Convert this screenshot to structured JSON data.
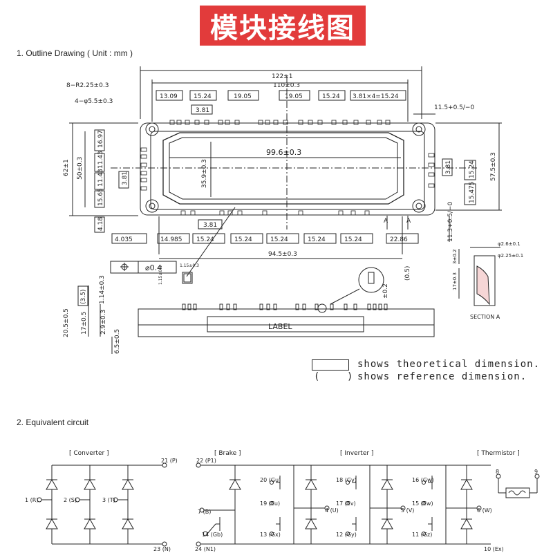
{
  "title": "模块接线图",
  "outline": {
    "heading": "1. Outline Drawing ( Unit : mm )",
    "dims": {
      "overall_width": "122±1",
      "pin_width": "110±0.3",
      "corner_radius": "8−R2.25±0.3",
      "hole_dia": "4−φ5.5±0.3",
      "top_spacing": [
        "13.09",
        "15.24",
        "19.05",
        "19.05",
        "15.24",
        "3.81×4=15.24"
      ],
      "small_gap": "3.81",
      "inner_width": "99.6±0.3",
      "inner_height": "35.9±0.3",
      "overall_height": "62±1",
      "pin_height": "50±0.3",
      "left_spacing": [
        "16.97",
        "11.43",
        "11.43",
        "15.65"
      ],
      "left_small": "3.81",
      "bottom_offset": "4.18",
      "right_height": "57.5±0.3",
      "right_small": "3.81",
      "right_spacing": [
        "15.24",
        "15.475"
      ],
      "top_right_offset": "11.5+0.5/−0",
      "left_bottom": "4.035",
      "bottom_spacing": [
        "14.985",
        "15.24",
        "15.24",
        "15.24",
        "15.24",
        "15.24"
      ],
      "bottom_right": "22.86",
      "bottom_small": "3.81",
      "bottom_width": "94.5±0.3",
      "right_bottom_offset": "11.3+0.5/−0",
      "section_marker": "A"
    },
    "tolerance_symbol": "⌖",
    "tolerance_value": "⌀0.4",
    "pin_dim": "1.15±0.3",
    "pin_dim2": "1.15±0.1",
    "side_dims": {
      "top_clear": "(3.5)",
      "pin_len": "1.14±0.3",
      "body_height": "20.5±0.5",
      "body_inner": "17±0.5",
      "base": "2.9±0.3",
      "bottom": "6.5±0.5",
      "pin_offset": "±0.2",
      "pin_tip": "(0.5)"
    },
    "label_text": "LABEL",
    "section": {
      "name": "SECTION A",
      "dims": [
        "φ2.6±0.1",
        "φ2.25±0.1",
        "3±0.2",
        "17±0.3"
      ]
    }
  },
  "legend": {
    "theoretical": "shows theoretical dimension.",
    "reference_paren_open": "(",
    "reference_paren_close": ")",
    "reference": "shows reference dimension."
  },
  "circuit": {
    "heading": "2. Equivalent circuit",
    "sections": [
      "[ Converter ]",
      "[ Brake ]",
      "[ Inverter ]",
      "[ Thermistor ]"
    ],
    "pins": {
      "p21": "21 (P)",
      "p22": "22 (P1)",
      "p1": "1 (R)",
      "p2": "2 (S)",
      "p3": "3 (T)",
      "p23": "23 (N)",
      "p24": "24 (N1)",
      "p7": "7 (B)",
      "p14": "14 (Gb)",
      "p20": "20 (Gu)",
      "p19": "19 (Eu)",
      "p18": "18 (Gv)",
      "p17": "17 (Ev)",
      "p16": "16 (Gw)",
      "p15": "15 (Ew)",
      "p4": "4 (U)",
      "p5": "5 (V)",
      "p6": "6 (W)",
      "p13": "13 (Gx)",
      "p12": "12 (Gy)",
      "p11": "11 (Gz)",
      "p10": "10 (Ex)",
      "p8": "8",
      "p9": "9"
    }
  }
}
